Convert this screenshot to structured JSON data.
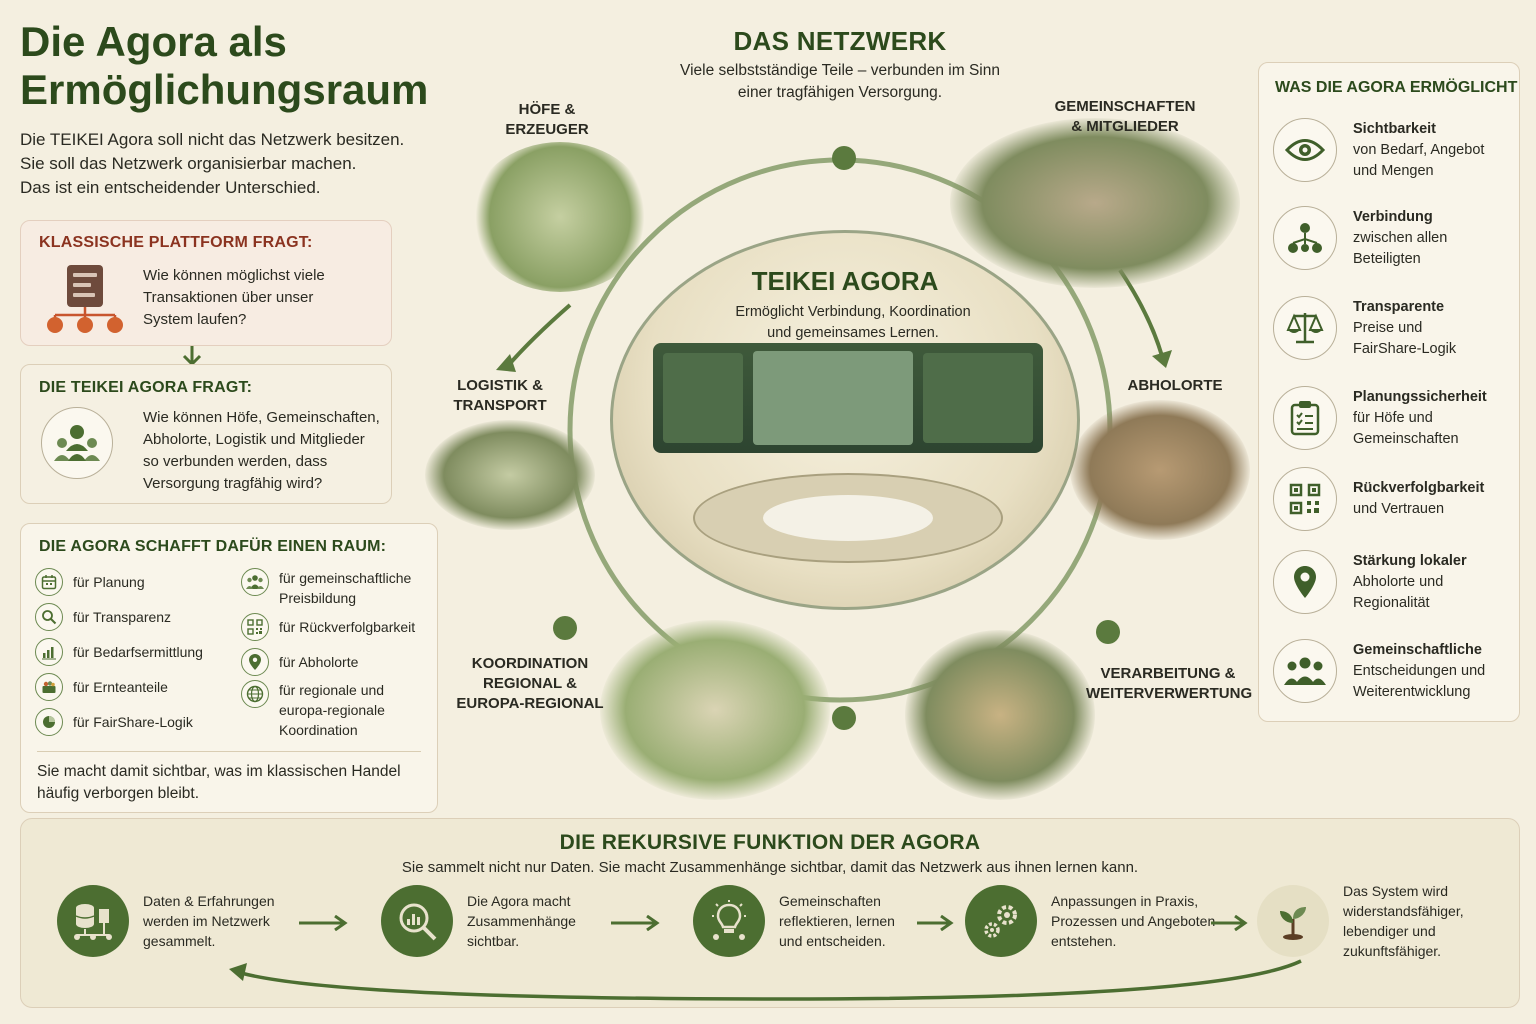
{
  "header": {
    "title_line1": "Die Agora als",
    "title_line2": "Ermöglichungsraum",
    "intro": [
      "Die TEIKEI Agora soll nicht das Netzwerk besitzen.",
      "Sie soll das Netzwerk organisierbar machen.",
      "Das ist ein entscheidender Unterschied."
    ]
  },
  "classic": {
    "title": "KLASSISCHE PLATTFORM FRAGT:",
    "text": "Wie können möglichst viele Transaktionen über unser System laufen?"
  },
  "teikei": {
    "title": "DIE TEIKEI AGORA FRAGT:",
    "text": "Wie können Höfe, Gemeinschaften, Abholorte, Logistik und Mitglieder so verbunden werden, dass Versorgung tragfähig wird?"
  },
  "raum": {
    "title": "DIE AGORA SCHAFFT DAFÜR EINEN RAUM:",
    "left_items": [
      {
        "icon": "calendar-icon",
        "label": "für Planung"
      },
      {
        "icon": "search-icon",
        "label": "für Transparenz"
      },
      {
        "icon": "bar-chart-icon",
        "label": "für Bedarfsermittlung"
      },
      {
        "icon": "harvest-basket-icon",
        "label": "für Ernteanteile"
      },
      {
        "icon": "pie-chart-icon",
        "label": "für FairShare-Logik"
      }
    ],
    "right_items": [
      {
        "icon": "group-icon",
        "label": "für gemeinschaftliche Preisbildung"
      },
      {
        "icon": "qr-code-icon",
        "label": "für Rückverfolgbarkeit"
      },
      {
        "icon": "location-pin-icon",
        "label": "für Abholorte"
      },
      {
        "icon": "globe-icon",
        "label": "für regionale und europa-regionale Koordination"
      }
    ],
    "footer": "Sie macht damit sichtbar, was im klassischen Handel häufig verborgen bleibt."
  },
  "network": {
    "title": "DAS NETZWERK",
    "subtitle_line1": "Viele selbstständige Teile – verbunden im Sinn",
    "subtitle_line2": "einer tragfähigen Versorgung.",
    "center_title": "TEIKEI AGORA",
    "center_sub_line1": "Ermöglicht Verbindung, Koordination",
    "center_sub_line2": "und gemeinsames Lernen.",
    "nodes": {
      "hoefe": [
        "HÖFE &",
        "ERZEUGER"
      ],
      "gemeinschaften": [
        "GEMEINSCHAFTEN",
        "& MITGLIEDER"
      ],
      "logistik": [
        "LOGISTIK &",
        "TRANSPORT"
      ],
      "abholorte": [
        "ABHOLORTE"
      ],
      "koordination": [
        "KOORDINATION",
        "REGIONAL &",
        "EUROPA-REGIONAL"
      ],
      "verarbeitung": [
        "VERARBEITUNG &",
        "WEITERVERWERTUNG"
      ]
    }
  },
  "right_panel": {
    "title": "WAS DIE AGORA ERMÖGLICHT",
    "items": [
      {
        "icon": "eye-icon",
        "bold": "Sichtbarkeit",
        "rest": [
          "von Bedarf, Angebot",
          "und Mengen"
        ]
      },
      {
        "icon": "network-icon",
        "bold": "Verbindung",
        "rest": [
          "zwischen allen",
          "Beteiligten"
        ]
      },
      {
        "icon": "scales-icon",
        "bold": "Transparente",
        "rest": [
          "Preise und",
          "FairShare-Logik"
        ]
      },
      {
        "icon": "clipboard-icon",
        "bold": "Planungssicherheit",
        "rest": [
          "für Höfe und",
          "Gemeinschaften"
        ]
      },
      {
        "icon": "qr-code-icon",
        "bold": "Rückverfolgbarkeit",
        "rest": [
          "und Vertrauen"
        ]
      },
      {
        "icon": "location-pin-icon",
        "bold": "Stärkung lokaler",
        "rest": [
          "Abholorte und",
          "Regionalität"
        ]
      },
      {
        "icon": "group-icon",
        "bold": "Gemeinschaftliche",
        "rest": [
          "Entscheidungen und",
          "Weiterentwicklung"
        ]
      }
    ]
  },
  "recursive": {
    "title": "DIE REKURSIVE FUNKTION DER AGORA",
    "subtitle": "Sie sammelt nicht nur Daten. Sie macht Zusammenhänge sichtbar, damit das Netzwerk aus ihnen lernen kann.",
    "steps": [
      {
        "icon": "database-icon",
        "lines": [
          "Daten & Erfahrungen",
          "werden im Netzwerk",
          "gesammelt."
        ]
      },
      {
        "icon": "magnifier-chart-icon",
        "lines": [
          "Die Agora macht",
          "Zusammenhänge",
          "sichtbar."
        ]
      },
      {
        "icon": "lightbulb-icon",
        "lines": [
          "Gemeinschaften",
          "reflektieren, lernen",
          "und entscheiden."
        ]
      },
      {
        "icon": "gears-icon",
        "lines": [
          "Anpassungen in Praxis,",
          "Prozessen und Angeboten",
          "entstehen."
        ]
      },
      {
        "icon": "sprout-icon",
        "lines": [
          "Das System wird",
          "widerstandsfähiger,",
          "lebendiger und",
          "zukunftsfähiger."
        ]
      }
    ]
  },
  "colors": {
    "primary_green": "#2c4a1c",
    "accent_red": "#8b3320",
    "step_green": "#4c6e31",
    "background": "#f4efe0"
  }
}
